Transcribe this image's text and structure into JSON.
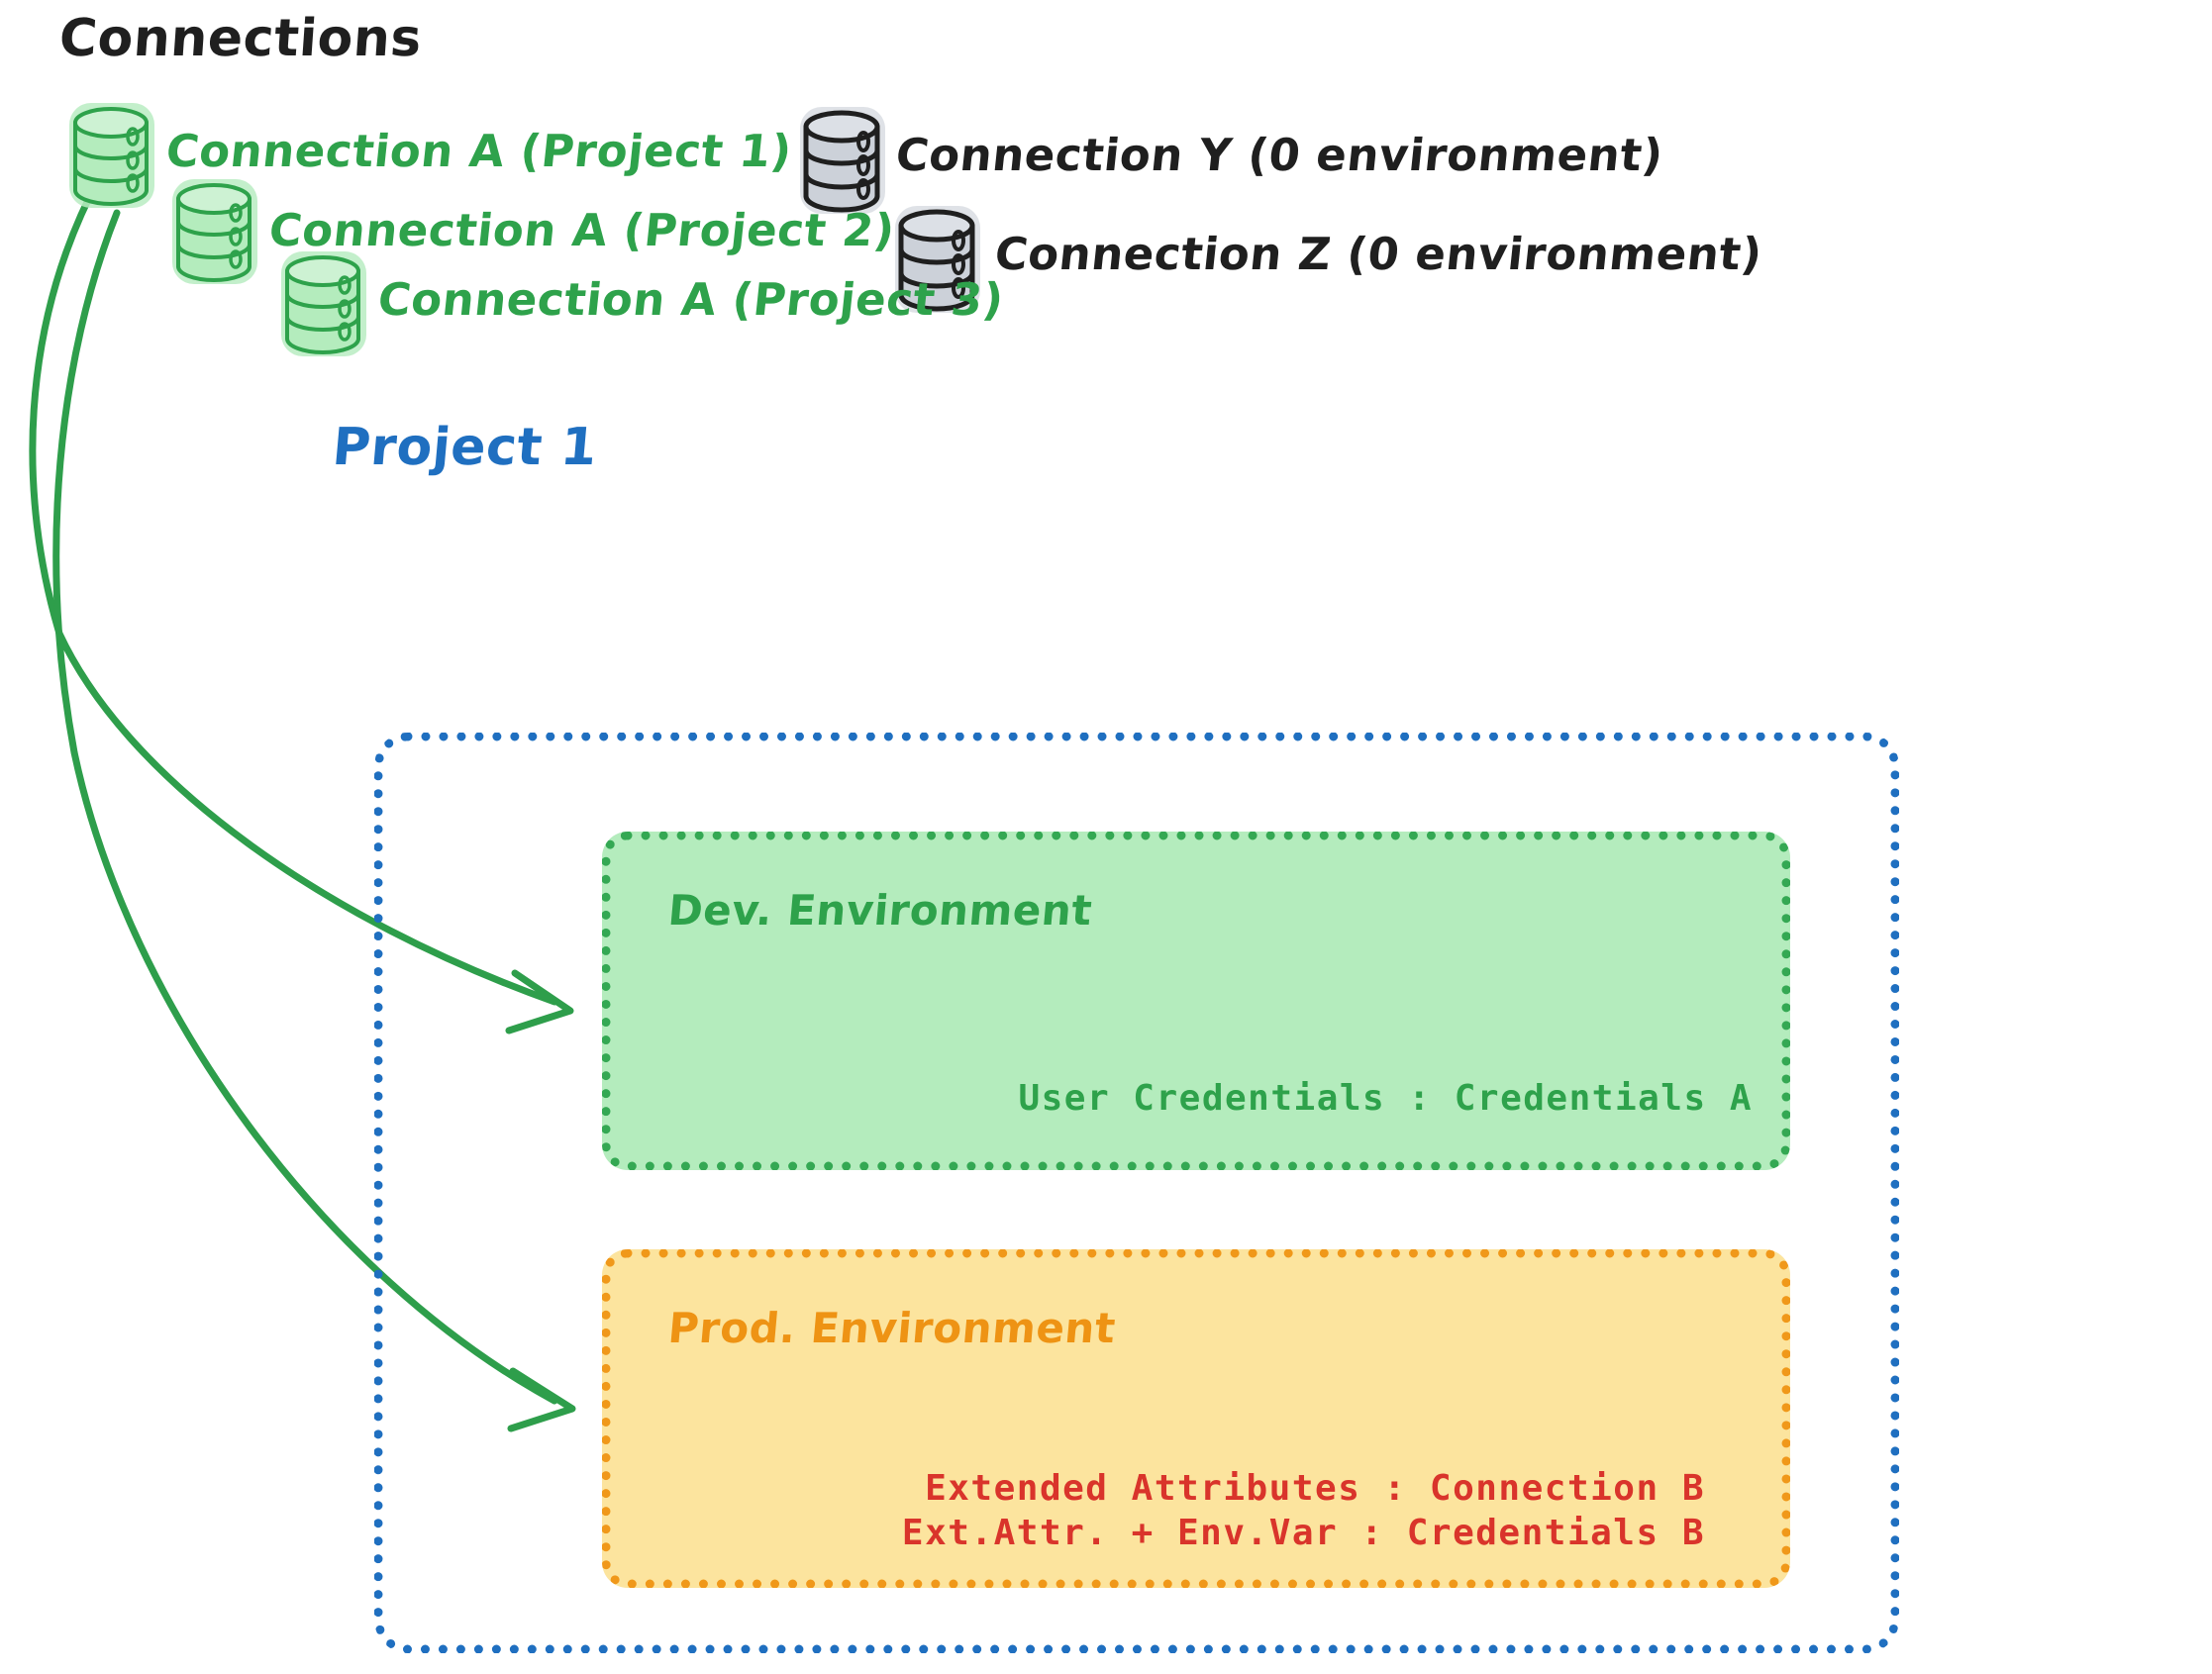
{
  "diagram": {
    "title": "Connections",
    "type": "architecture-diagram"
  },
  "connections": {
    "heading": "Connections",
    "green_group": [
      {
        "id": "conn-a-project-1",
        "label": "Connection A (Project 1)",
        "color": "#2ea24b",
        "icon": "database-icon"
      },
      {
        "id": "conn-a-project-2",
        "label": "Connection A (Project 2)",
        "color": "#2ea24b",
        "icon": "database-icon"
      },
      {
        "id": "conn-a-project-3",
        "label": "Connection A (Project 3)",
        "color": "#2ea24b",
        "icon": "database-icon"
      }
    ],
    "gray_group": [
      {
        "id": "conn-y",
        "label": "Connection Y (0 environment)",
        "color": "#1f1f1f",
        "icon": "database-icon"
      },
      {
        "id": "conn-z",
        "label": "Connection Z (0 environment)",
        "color": "#1f1f1f",
        "icon": "database-icon"
      }
    ]
  },
  "project": {
    "label": "Project 1",
    "color": "#1f6fc0",
    "environments": [
      {
        "id": "dev-environment",
        "title": "Dev. Environment",
        "fill": "#b4ecbd",
        "border": "#34a853",
        "title_color": "#2ea24b",
        "entries": [
          {
            "text": "User Credentials : Credentials A",
            "color": "#2ea24b"
          }
        ]
      },
      {
        "id": "prod-environment",
        "title": "Prod. Environment",
        "fill": "#fce49e",
        "border": "#f0981a",
        "title_color": "#ee9314",
        "entries": [
          {
            "text": "Extended Attributes : Connection B",
            "color": "#d9342b"
          },
          {
            "text": "Ext.Attr. + Env.Var : Credentials B",
            "color": "#d9342b"
          }
        ]
      }
    ]
  },
  "arrows": [
    {
      "id": "arrow-conn-a-to-dev",
      "from": "conn-a-project-1",
      "to": "dev-environment",
      "color": "#2e9e4b"
    },
    {
      "id": "arrow-conn-a-to-prod",
      "from": "conn-a-project-1",
      "to": "prod-environment",
      "color": "#2e9e4b"
    }
  ],
  "colors": {
    "green_accent": "#2ea24b",
    "green_fill": "#b4ecbd",
    "orange_accent": "#ee9314",
    "yellow_fill": "#fce49e",
    "red_text": "#d9342b",
    "blue_accent": "#1f6fc0",
    "gray_fill": "#ccd1d9",
    "ink": "#1f1f1f"
  }
}
